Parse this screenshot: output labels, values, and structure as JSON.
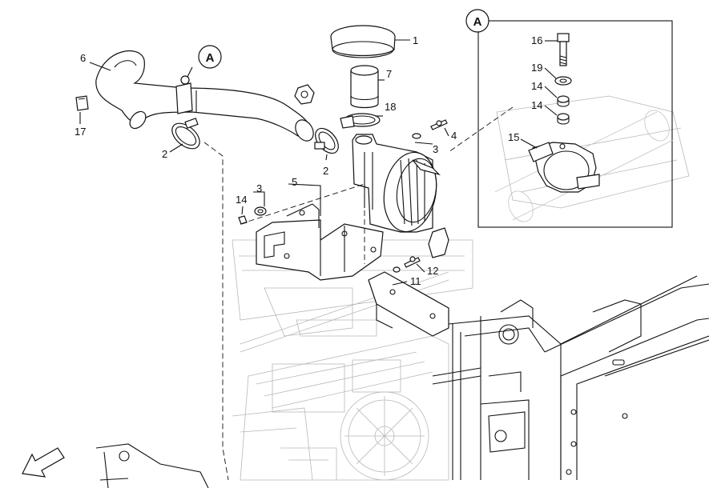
{
  "callouts": {
    "detail_ref": "A",
    "detail_box_title": "A"
  },
  "part_labels": {
    "p1": "1",
    "p2a": "2",
    "p2b": "2",
    "p3a": "3",
    "p3b": "3",
    "p4": "4",
    "p5": "5",
    "p6": "6",
    "p7": "7",
    "p11": "11",
    "p12": "12",
    "p14a": "14",
    "p14b": "14",
    "p14c": "14",
    "p15": "15",
    "p16": "16",
    "p17": "17",
    "p18": "18",
    "p19": "19"
  },
  "icons": {
    "direction_arrow": "arrow-down-left-icon"
  }
}
